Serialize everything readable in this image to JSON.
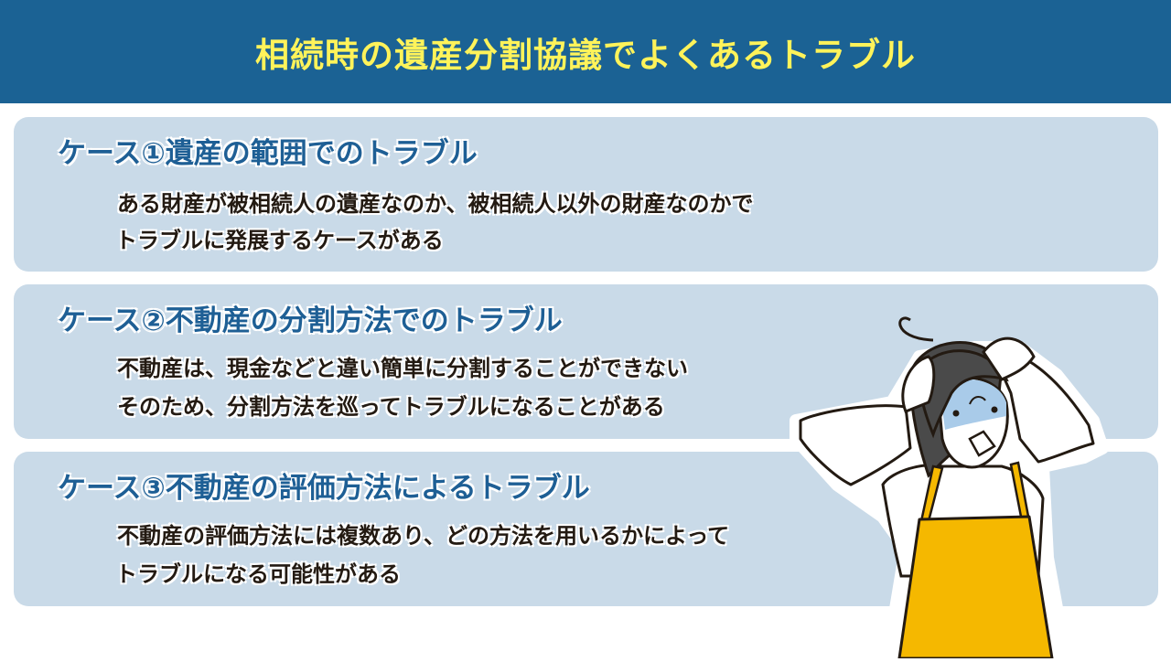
{
  "header": {
    "title": "相続時の遺産分割協議でよくあるトラブル"
  },
  "cases": [
    {
      "title": "ケース①遺産の範囲でのトラブル",
      "lines": [
        "ある財産が被相続人の遺産なのか、被相続人以外の財産なのかで",
        "トラブルに発展するケースがある"
      ]
    },
    {
      "title": "ケース②不動産の分割方法でのトラブル",
      "lines": [
        "不動産は、現金などと違い簡単に分割することができない",
        "そのため、分割方法を巡ってトラブルになることがある"
      ]
    },
    {
      "title": "ケース③不動産の評価方法によるトラブル",
      "lines": [
        "不動産の評価方法には複数あり、どの方法を用いるかによって",
        "トラブルになる可能性がある"
      ]
    }
  ],
  "illustration": {
    "subject": "worried-woman-in-apron",
    "colors": {
      "apron": "#f5b800",
      "hair": "#4a4a4a",
      "face_shade": "#a9cbe9",
      "outline": "#231a12"
    }
  },
  "colors": {
    "header_bg": "#1b6294",
    "header_text": "#fff35a",
    "card_bg": "#c9dae8",
    "case_title": "#1e5f95",
    "body_text": "#231a12"
  }
}
